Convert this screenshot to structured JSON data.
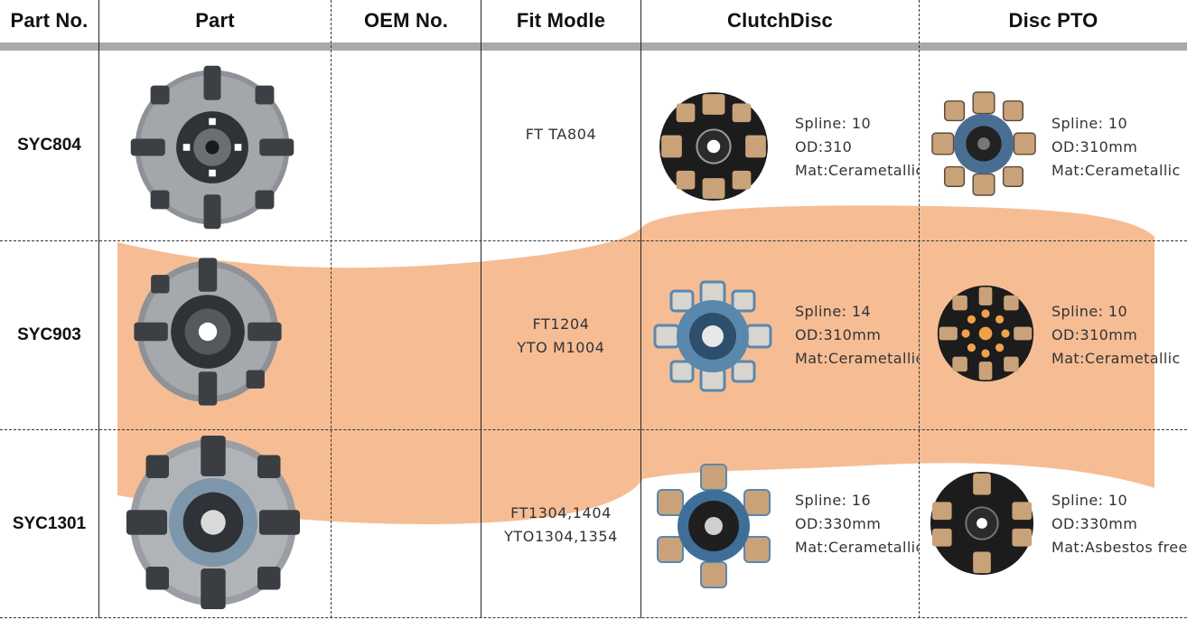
{
  "header": {
    "part_no": "Part No.",
    "part": "Part",
    "oem_no": "OEM No.",
    "fit_model": "Fit Modle",
    "clutch_disc": "ClutchDisc",
    "disc_pto": "Disc PTO"
  },
  "rows": [
    {
      "part_no": "SYC804",
      "oem_no": "",
      "fit_line1": "FT TA804",
      "fit_line2": "",
      "clutch_spline": "Spline: 10",
      "clutch_od": "OD:310",
      "clutch_mat": "Mat:Cerametallic",
      "pto_spline": "Spline: 10",
      "pto_od": "OD:310mm",
      "pto_mat": "Mat:Cerametallic"
    },
    {
      "part_no": "SYC903",
      "oem_no": "",
      "fit_line1": "FT1204",
      "fit_line2": "YTO M1004",
      "clutch_spline": "Spline: 14",
      "clutch_od": "OD:310mm",
      "clutch_mat": "Mat:Cerametallic",
      "pto_spline": "Spline: 10",
      "pto_od": "OD:310mm",
      "pto_mat": "Mat:Cerametallic"
    },
    {
      "part_no": "SYC1301",
      "oem_no": "",
      "fit_line1": "FT1304,1404",
      "fit_line2": "YTO1304,1354",
      "clutch_spline": "Spline: 16",
      "clutch_od": "OD:330mm",
      "clutch_mat": "Mat:Cerametallic",
      "pto_spline": "Spline: 10",
      "pto_od": "OD:330mm",
      "pto_mat": "Mat:Asbestos free"
    }
  ],
  "colors": {
    "band": "#f4b183",
    "header_rule": "#a9a9a9",
    "cast": "#8e9196",
    "pad_bronze": "#c9a27a",
    "plate_black": "#1c1c1c",
    "plate_blue": "#5a88ad"
  },
  "icons": {
    "pressure_plate": "clutch-pressure-plate-photo",
    "clutch_disc": "clutch-disc-photo",
    "pto_disc": "pto-disc-photo"
  }
}
